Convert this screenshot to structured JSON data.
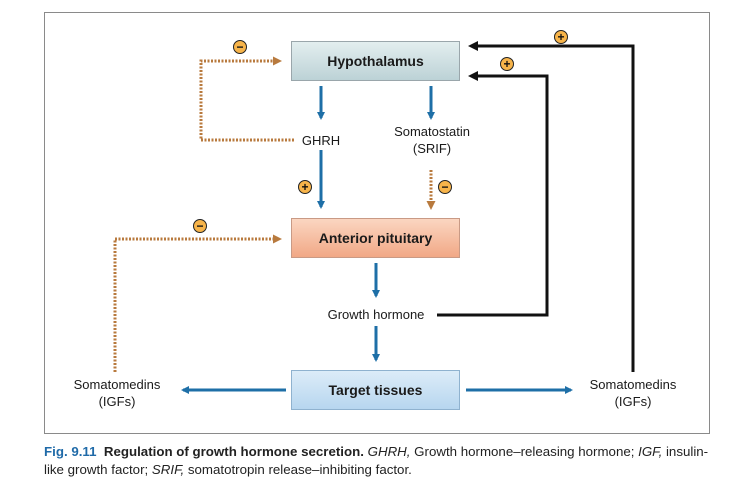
{
  "boxes": {
    "hypothalamus": "Hypothalamus",
    "anterior_pituitary": "Anterior pituitary",
    "target_tissues": "Target tissues"
  },
  "labels": {
    "ghrh": "GHRH",
    "somatostatin_line1": "Somatostatin",
    "somatostatin_line2": "(SRIF)",
    "growth_hormone": "Growth hormone",
    "somatomedins_left_line1": "Somatomedins",
    "somatomedins_left_line2": "(IGFs)",
    "somatomedins_right_line1": "Somatomedins",
    "somatomedins_right_line2": "(IGFs)"
  },
  "signs": {
    "positive": "+",
    "negative": "−"
  },
  "colors": {
    "stimulatory_arrow": "#1e6fa7",
    "inhibitory_dashed": "#b87a3e",
    "feedback_black": "#111111",
    "sign_fill": "#f7b44a"
  },
  "caption": {
    "figure_number": "Fig. 9.11",
    "title": "Regulation of growth hormone secretion.",
    "abbr_ghrh": "GHRH,",
    "def_ghrh": " Growth hormone–releasing hormone; ",
    "abbr_igf": "IGF,",
    "def_igf": " insulin-like growth factor; ",
    "abbr_srif": "SRIF,",
    "def_srif": " somatotropin release–inhibiting factor."
  }
}
